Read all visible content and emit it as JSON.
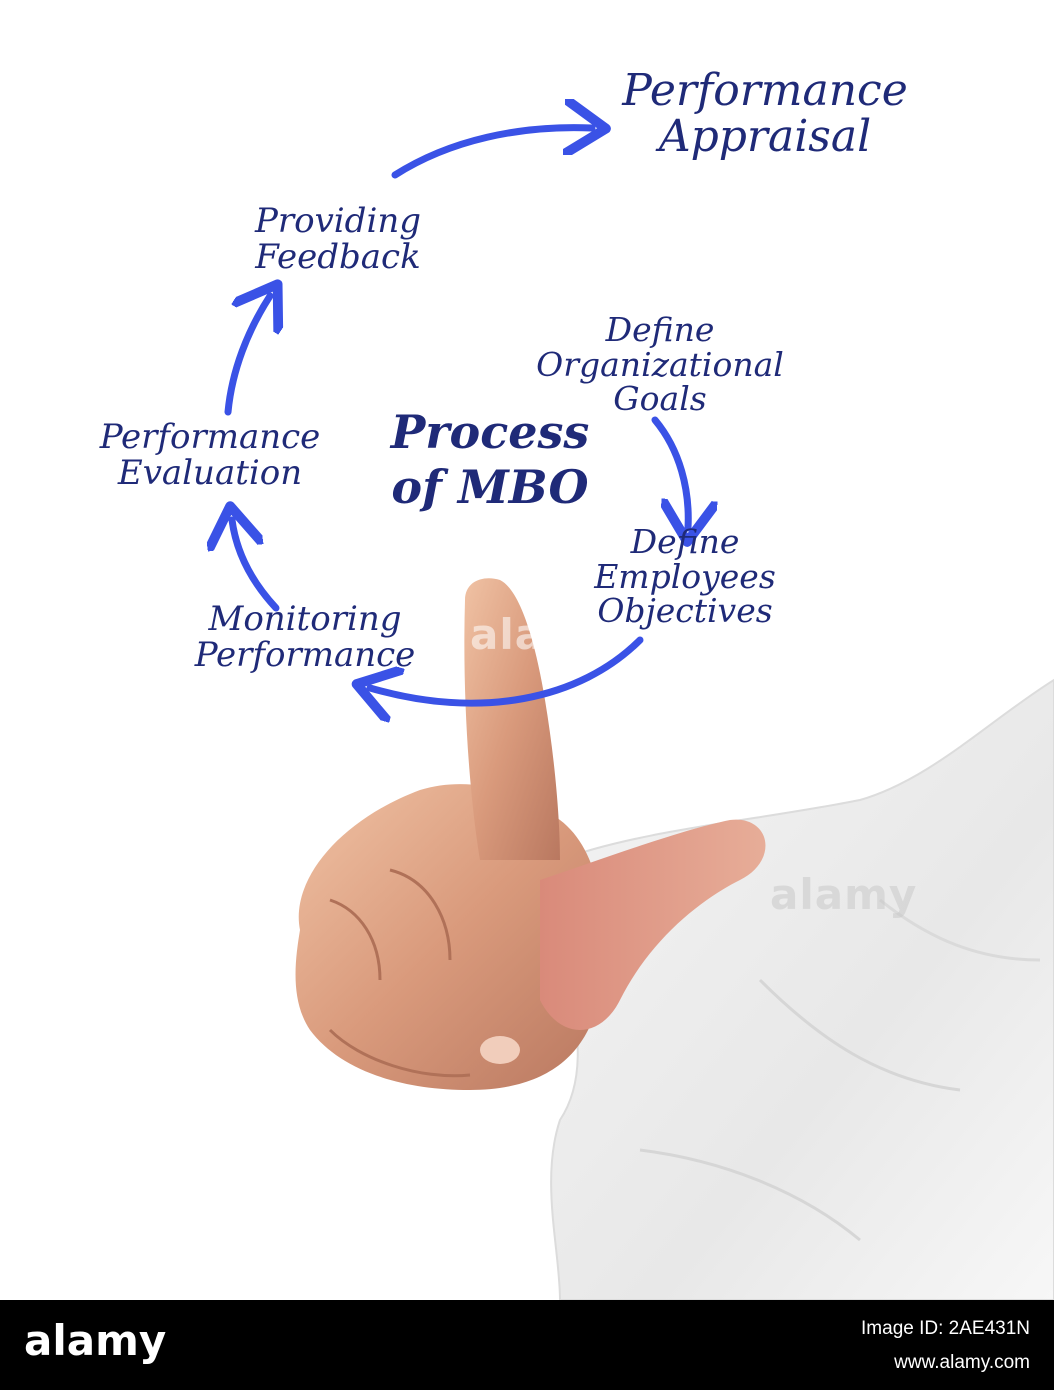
{
  "diagram": {
    "title_line1": "Process",
    "title_line2": "of MBO",
    "steps": [
      {
        "line1": "Define",
        "line2": "Organizational",
        "line3": "Goals"
      },
      {
        "line1": "Define",
        "line2": "Employees",
        "line3": "Objectives"
      },
      {
        "line1": "Monitoring",
        "line2": "Performance"
      },
      {
        "line1": "Performance",
        "line2": "Evaluation"
      },
      {
        "line1": "Providing",
        "line2": "Feedback"
      },
      {
        "line1": "Performance",
        "line2": "Appraisal"
      }
    ],
    "arrow_color": "#3a52e6",
    "text_color": "#1f2a78"
  },
  "watermarks": [
    "alamy",
    "alamy"
  ],
  "footer": {
    "logo": "alamy",
    "image_id": "Image ID: 2AE431N",
    "url": "www.alamy.com"
  }
}
